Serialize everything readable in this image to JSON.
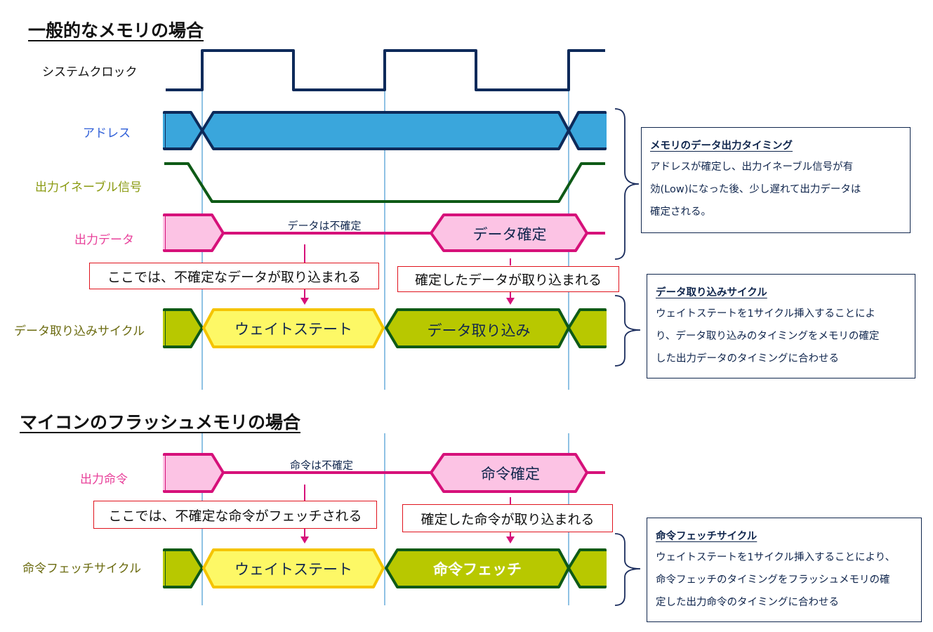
{
  "colors": {
    "clock": "#0d2a5a",
    "address_fill": "#3aa6dc",
    "address_stroke": "#0d2a5a",
    "oe_stroke": "#0e5a16",
    "data_stroke": "#d6117a",
    "data_fill": "#fcc3e4",
    "wait_fill": "#fdf866",
    "wait_stroke": "#f5c400",
    "fetch_fill": "#b8c800",
    "fetch_stroke": "#0e5a16",
    "guide": "#6aaedc",
    "callout_border": "#e0141e",
    "note_border": "#10264d",
    "label_address": "#2f5fd8",
    "label_oe": "#8a9a10",
    "label_data": "#e8409a",
    "label_cycle": "#6b6b10"
  },
  "section1": {
    "title": "一般的なメモリの場合",
    "signals": {
      "clock": "システムクロック",
      "address": "アドレス",
      "output_enable": "出力イネーブル信号",
      "output_data": "出力データ",
      "capture_cycle": "データ取り込みサイクル"
    },
    "data_uncertain": "データは不確定",
    "data_valid": "データ確定",
    "callout_left": "ここでは、不確定なデータが取り込まれる",
    "callout_right": "確定したデータが取り込まれる",
    "wait_state": "ウェイトステート",
    "capture": "データ取り込み",
    "note1": {
      "title": "メモリのデータ出力タイミング",
      "lines": [
        "アドレスが確定し、出力イネーブル信号が有",
        "効(Low)になった後、少し遅れて出力データは",
        "確定される。"
      ]
    },
    "note2": {
      "title": "データ取り込みサイクル",
      "lines": [
        "ウェイトステートを1サイクル挿入することによ",
        "り、データ取り込みのタイミングをメモリの確定",
        "した出力データのタイミングに合わせる"
      ]
    }
  },
  "section2": {
    "title": "マイコンのフラッシュメモリの場合",
    "signals": {
      "output_instruction": "出力命令",
      "fetch_cycle": "命令フェッチサイクル"
    },
    "instr_uncertain": "命令は不確定",
    "instr_valid": "命令確定",
    "callout_left": "ここでは、不確定な命令がフェッチされる",
    "callout_right": "確定した命令が取り込まれる",
    "wait_state": "ウェイトステート",
    "fetch": "命令フェッチ",
    "note": {
      "title": "命令フェッチサイクル",
      "lines": [
        "ウェイトステートを1サイクル挿入することにより、",
        "命令フェッチのタイミングをフラッシュメモリの確",
        "定した出力命令のタイミングに合わせる"
      ]
    }
  }
}
